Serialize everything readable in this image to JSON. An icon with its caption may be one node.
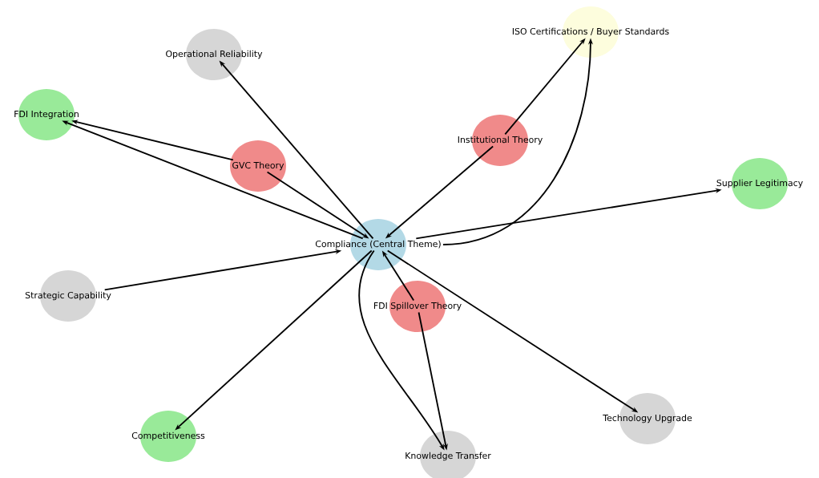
{
  "diagram": {
    "nodes": [
      {
        "text": [
          "Compliance (Central Theme)"
        ]
      },
      {
        "text": [
          "Operational Reliability"
        ]
      },
      {
        "text": [
          "ISO Certifications / Buyer Standards"
        ]
      },
      {
        "text": [
          "FDI Integration"
        ]
      },
      {
        "text": [
          "GVC Theory"
        ]
      },
      {
        "text": [
          "Institutional Theory"
        ]
      },
      {
        "text": [
          "Supplier Legitimacy"
        ]
      },
      {
        "text": [
          "Strategic Capability"
        ]
      },
      {
        "text": [
          "FDI Spillover Theory"
        ]
      },
      {
        "text": [
          "Competitiveness"
        ]
      },
      {
        "text": [
          "Knowledge Transfer"
        ]
      },
      {
        "text": [
          "Technology Upgrade"
        ]
      }
    ],
    "edges": [
      {
        "from": 0,
        "to": 1,
        "arrow": "to"
      },
      {
        "from": 0,
        "to": 2,
        "arrow": "to"
      },
      {
        "from": 0,
        "to": 3,
        "arrow": "to"
      },
      {
        "from": 4,
        "to": 0,
        "arrow": "to"
      },
      {
        "from": 4,
        "to": 3,
        "arrow": "to"
      },
      {
        "from": 5,
        "to": 0,
        "arrow": "to"
      },
      {
        "from": 5,
        "to": 2,
        "arrow": "to"
      },
      {
        "from": 0,
        "to": 6,
        "arrow": "to"
      },
      {
        "from": 7,
        "to": 0,
        "arrow": "to"
      },
      {
        "from": 0,
        "to": 9,
        "arrow": "to"
      },
      {
        "from": 8,
        "to": 0,
        "arrow": "to"
      },
      {
        "from": 8,
        "to": 10,
        "arrow": "to"
      },
      {
        "from": 0,
        "to": 10,
        "arrow": "to"
      },
      {
        "from": 0,
        "to": 11,
        "arrow": "to"
      }
    ]
  }
}
